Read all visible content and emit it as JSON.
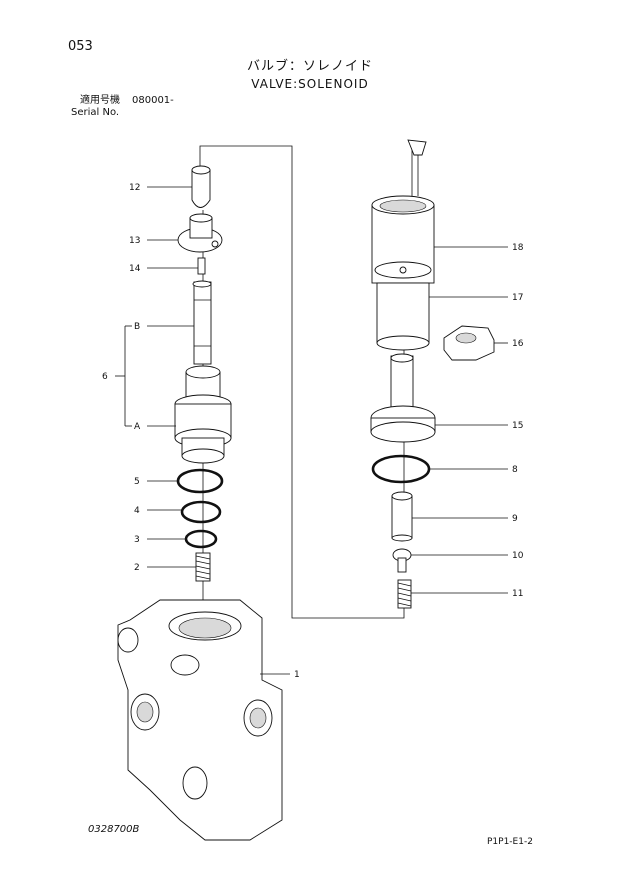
{
  "header": {
    "page_number": "053",
    "title_jp": "バルブ：ソレノイド",
    "title_en": "VALVE:SOLENOID",
    "serial_label_jp": "適用号機",
    "serial_value": "080001-",
    "serial_label_en": "Serial No."
  },
  "callouts": {
    "p1": "1",
    "p2": "2",
    "p3": "3",
    "p4": "4",
    "p5": "5",
    "p6": "6",
    "pA": "A",
    "pB": "B",
    "p8": "8",
    "p9": "9",
    "p10": "10",
    "p11": "11",
    "p12": "12",
    "p13": "13",
    "p14": "14",
    "p15": "15",
    "p16": "16",
    "p17": "17",
    "p18": "18"
  },
  "footer": {
    "doc_code": "0328700B",
    "page_ref": "P1P1-E1-2"
  }
}
